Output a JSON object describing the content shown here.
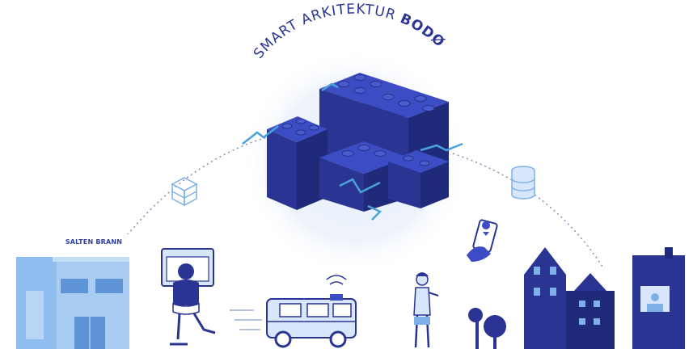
{
  "title": {
    "prefix": "SMART ARKITEKTUR ",
    "city": "BODØ"
  },
  "building_sign": "SALTEN BRANN",
  "icons": {
    "left_node": "cube-wireframe-icon",
    "right_node": "database-icon",
    "phone": "phone-location-icon",
    "wifi": "wifi-signal-icon"
  },
  "colors": {
    "navy": "#2a3593",
    "blue": "#3b4cc4",
    "light_blue": "#7fb0e8",
    "pale_blue": "#d7e6fb",
    "cyan": "#4aa3d8"
  }
}
